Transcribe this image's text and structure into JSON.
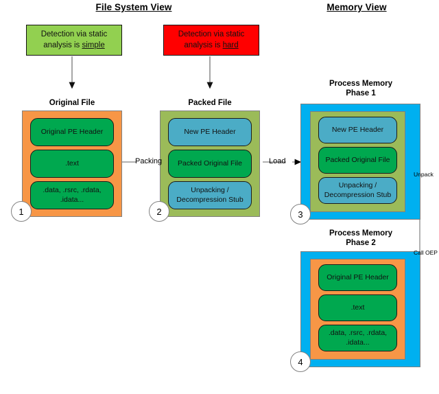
{
  "headings": {
    "file_system_view": "File System View",
    "memory_view": "Memory View"
  },
  "callouts": [
    {
      "id": "static-simple",
      "text_prefix": "Detection via static analysis is ",
      "emphasis": "simple",
      "line1": "Detection via static",
      "line2_prefix": "analysis is ",
      "line2_emphasis": "simple",
      "color": "#92D050"
    },
    {
      "id": "static-hard",
      "text_prefix": "Detection via static analysis is ",
      "emphasis": "hard",
      "line1": "Detection via static",
      "line2_prefix": "analysis is ",
      "line2_emphasis": "hard",
      "color": "#FF0000"
    }
  ],
  "boxes": [
    {
      "id": "original-file",
      "caption": "Original File",
      "number": "1",
      "outer_color": "#F79646",
      "sections": [
        {
          "label": "Original PE Header",
          "color": "#00A84F"
        },
        {
          "label": ".text",
          "color": "#00A84F"
        },
        {
          "label": ".data, .rsrc, .rdata, .idata...",
          "color": "#00A84F"
        }
      ]
    },
    {
      "id": "packed-file",
      "caption": "Packed File",
      "number": "2",
      "outer_color": "#9BBB59",
      "sections": [
        {
          "label": "New PE Header",
          "color": "#4BACC6"
        },
        {
          "label": "Packed Original File",
          "color": "#00A84F"
        },
        {
          "label": "Unpacking / Decompression Stub",
          "color": "#4BACC6"
        }
      ]
    },
    {
      "id": "process-memory-phase-1",
      "caption_line1": "Process Memory",
      "caption_line2": "Phase 1",
      "number": "3",
      "outer_color": "#00B0F0",
      "inner_color": "#9BBB59",
      "sections": [
        {
          "label": "New PE Header",
          "color": "#4BACC6"
        },
        {
          "label": "Packed Original File",
          "color": "#00A84F"
        },
        {
          "label": "Unpacking / Decompression Stub",
          "color": "#4BACC6"
        }
      ]
    },
    {
      "id": "process-memory-phase-2",
      "caption_line1": "Process Memory",
      "caption_line2": "Phase 2",
      "number": "4",
      "outer_color": "#00B0F0",
      "inner_color": "#F79646",
      "sections": [
        {
          "label": "Original PE Header",
          "color": "#00A84F"
        },
        {
          "label": ".text",
          "color": "#00A84F"
        },
        {
          "label": ".data, .rsrc, .rdata, .idata...",
          "color": "#00A84F"
        }
      ]
    }
  ],
  "connectors": [
    {
      "id": "packing",
      "label": "Packing"
    },
    {
      "id": "load",
      "label": "Load"
    },
    {
      "id": "unpack",
      "label": "Unpack"
    },
    {
      "id": "call-oep",
      "label": "Call OEP"
    }
  ]
}
